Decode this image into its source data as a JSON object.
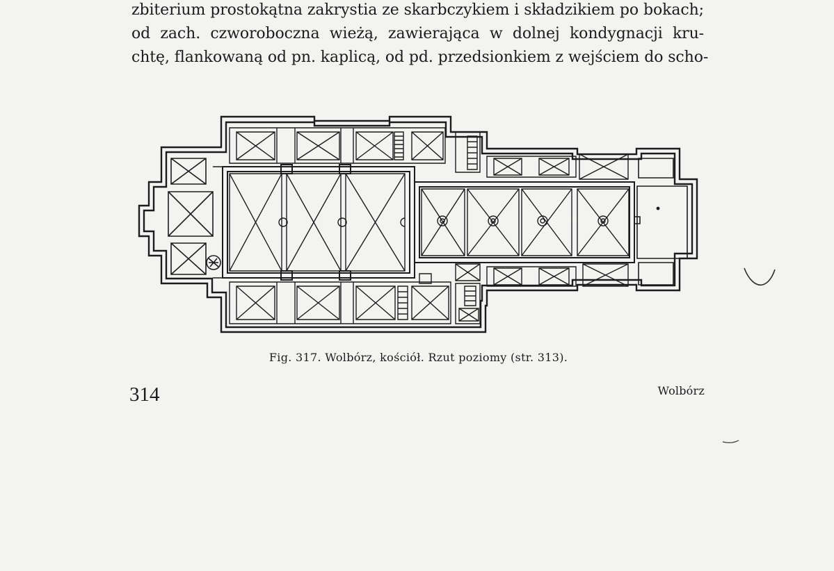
{
  "body_text": {
    "lines": [
      "zbiterium prostokątna zakrystia ze skarbczykiem i składzikiem po bokach;",
      "od zach. czworoboczna wieżą, zawierająca w dolnej kondygnacji kru-",
      "chtę, flankowaną od pn. kaplicą, od pd. przedsionkiem z wejściem do scho-"
    ]
  },
  "figure": {
    "caption": "Fig. 317. Wolbórz, kościół. Rzut poziomy (str. 313).",
    "drawing": "church-floor-plan"
  },
  "footer": {
    "page_number": "314",
    "running_head": "Wolbórz"
  },
  "colors": {
    "paper": "#f3f3f1",
    "ink": "#1c1c1c"
  }
}
